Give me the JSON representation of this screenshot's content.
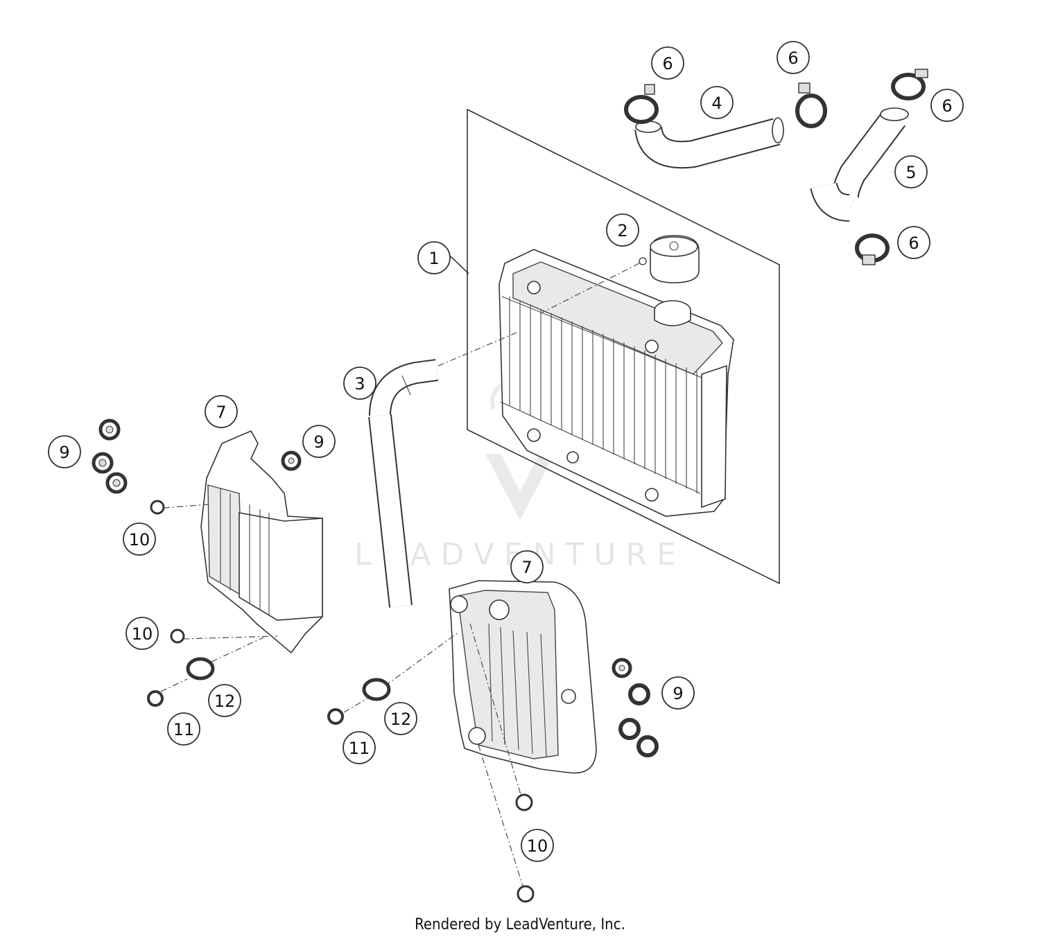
{
  "watermark": "LEADVENTURE",
  "footer": "Rendered by LeadVenture, Inc.",
  "callouts": [
    {
      "id": "c1",
      "label": "1"
    },
    {
      "id": "c2",
      "label": "2"
    },
    {
      "id": "c3",
      "label": "3"
    },
    {
      "id": "c4",
      "label": "4"
    },
    {
      "id": "c5",
      "label": "5"
    },
    {
      "id": "c6a",
      "label": "6"
    },
    {
      "id": "c6b",
      "label": "6"
    },
    {
      "id": "c6c",
      "label": "6"
    },
    {
      "id": "c6d",
      "label": "6"
    },
    {
      "id": "c7a",
      "label": "7"
    },
    {
      "id": "c7b",
      "label": "7"
    },
    {
      "id": "c9a",
      "label": "9"
    },
    {
      "id": "c9b",
      "label": "9"
    },
    {
      "id": "c9c",
      "label": "9"
    },
    {
      "id": "c10a",
      "label": "10"
    },
    {
      "id": "c10b",
      "label": "10"
    },
    {
      "id": "c10c",
      "label": "10"
    },
    {
      "id": "c11a",
      "label": "11"
    },
    {
      "id": "c11b",
      "label": "11"
    },
    {
      "id": "c12a",
      "label": "12"
    },
    {
      "id": "c12b",
      "label": "12"
    }
  ]
}
